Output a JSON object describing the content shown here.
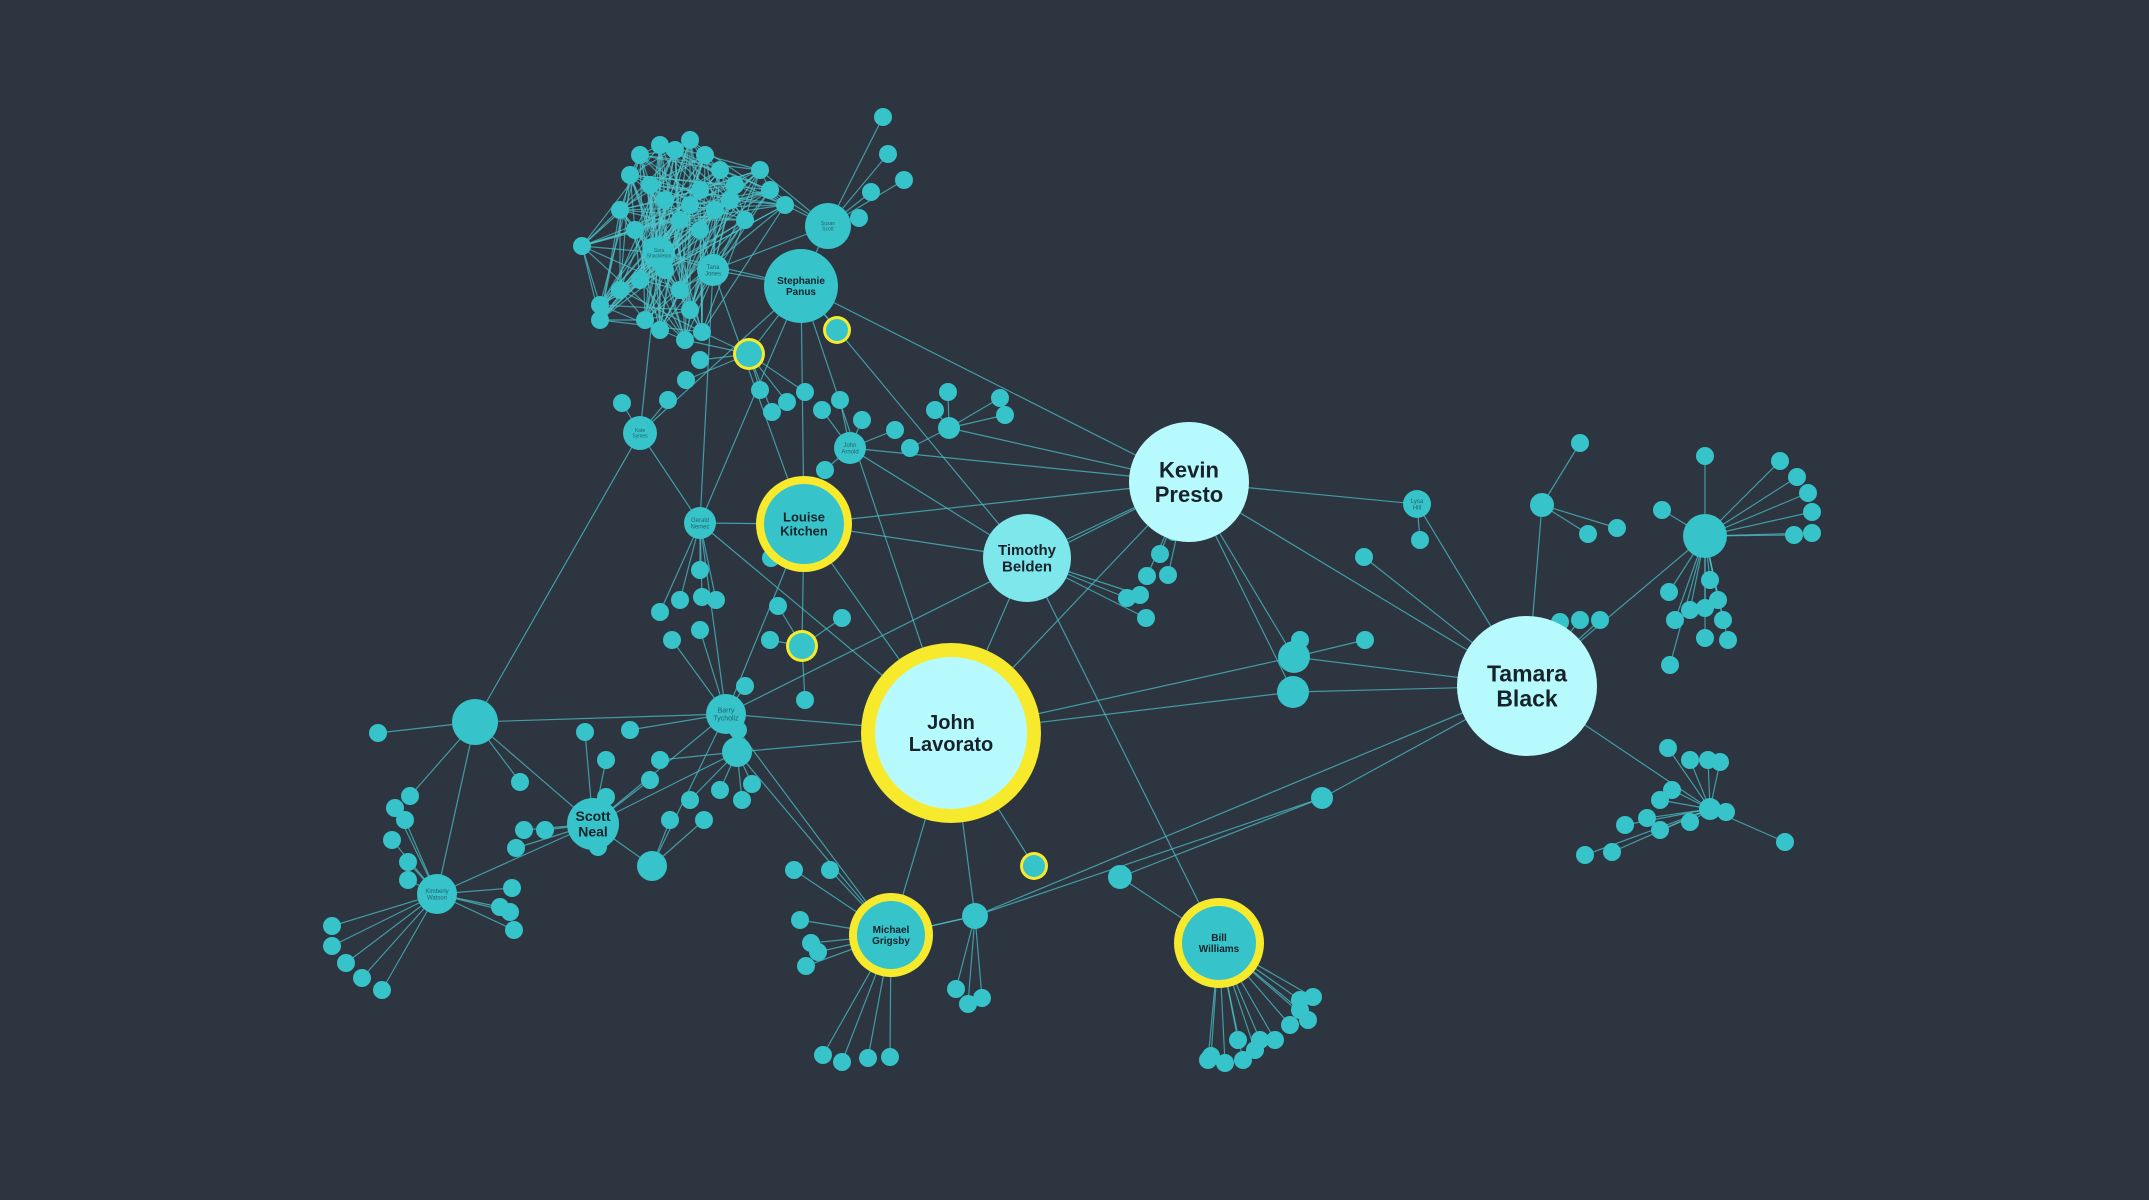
{
  "colors": {
    "background": "#2c3540",
    "edge": "#4ec8cd",
    "node": "#36c3c9",
    "hub": "#b7fafd",
    "hub_mid": "#7ee7ec",
    "highlight": "#f7ea2d"
  },
  "graph": {
    "labels": {
      "kevin": [
        "Kevin",
        "Presto"
      ],
      "tamara": [
        "Tamara",
        "Black"
      ],
      "john": [
        "John",
        "Lavorato"
      ],
      "timothy": [
        "Timothy",
        "Belden"
      ],
      "louise": [
        "Louise",
        "Kitchen"
      ],
      "stephanie": [
        "Stephanie",
        "Panus"
      ],
      "scott": [
        "Scott",
        "Neal"
      ],
      "michael": [
        "Michael",
        "Grigsby"
      ],
      "bill": [
        "Bill",
        "Williams"
      ],
      "barry": [
        "Barry",
        "Tycholiz"
      ],
      "kimberly": [
        "Kimberly",
        "Watson"
      ],
      "tana": [
        "Tana",
        "Jones"
      ],
      "gerald": [
        "Gerald",
        "Nemec"
      ],
      "john_arnold": [
        "John",
        "Arnold"
      ],
      "lysa": [
        "Lysa",
        "Hill"
      ],
      "susan": [
        "Susan",
        "Scott"
      ],
      "sara": [
        "Sara",
        "Shackleton"
      ],
      "kate": [
        "Kate",
        "Symes"
      ]
    }
  }
}
